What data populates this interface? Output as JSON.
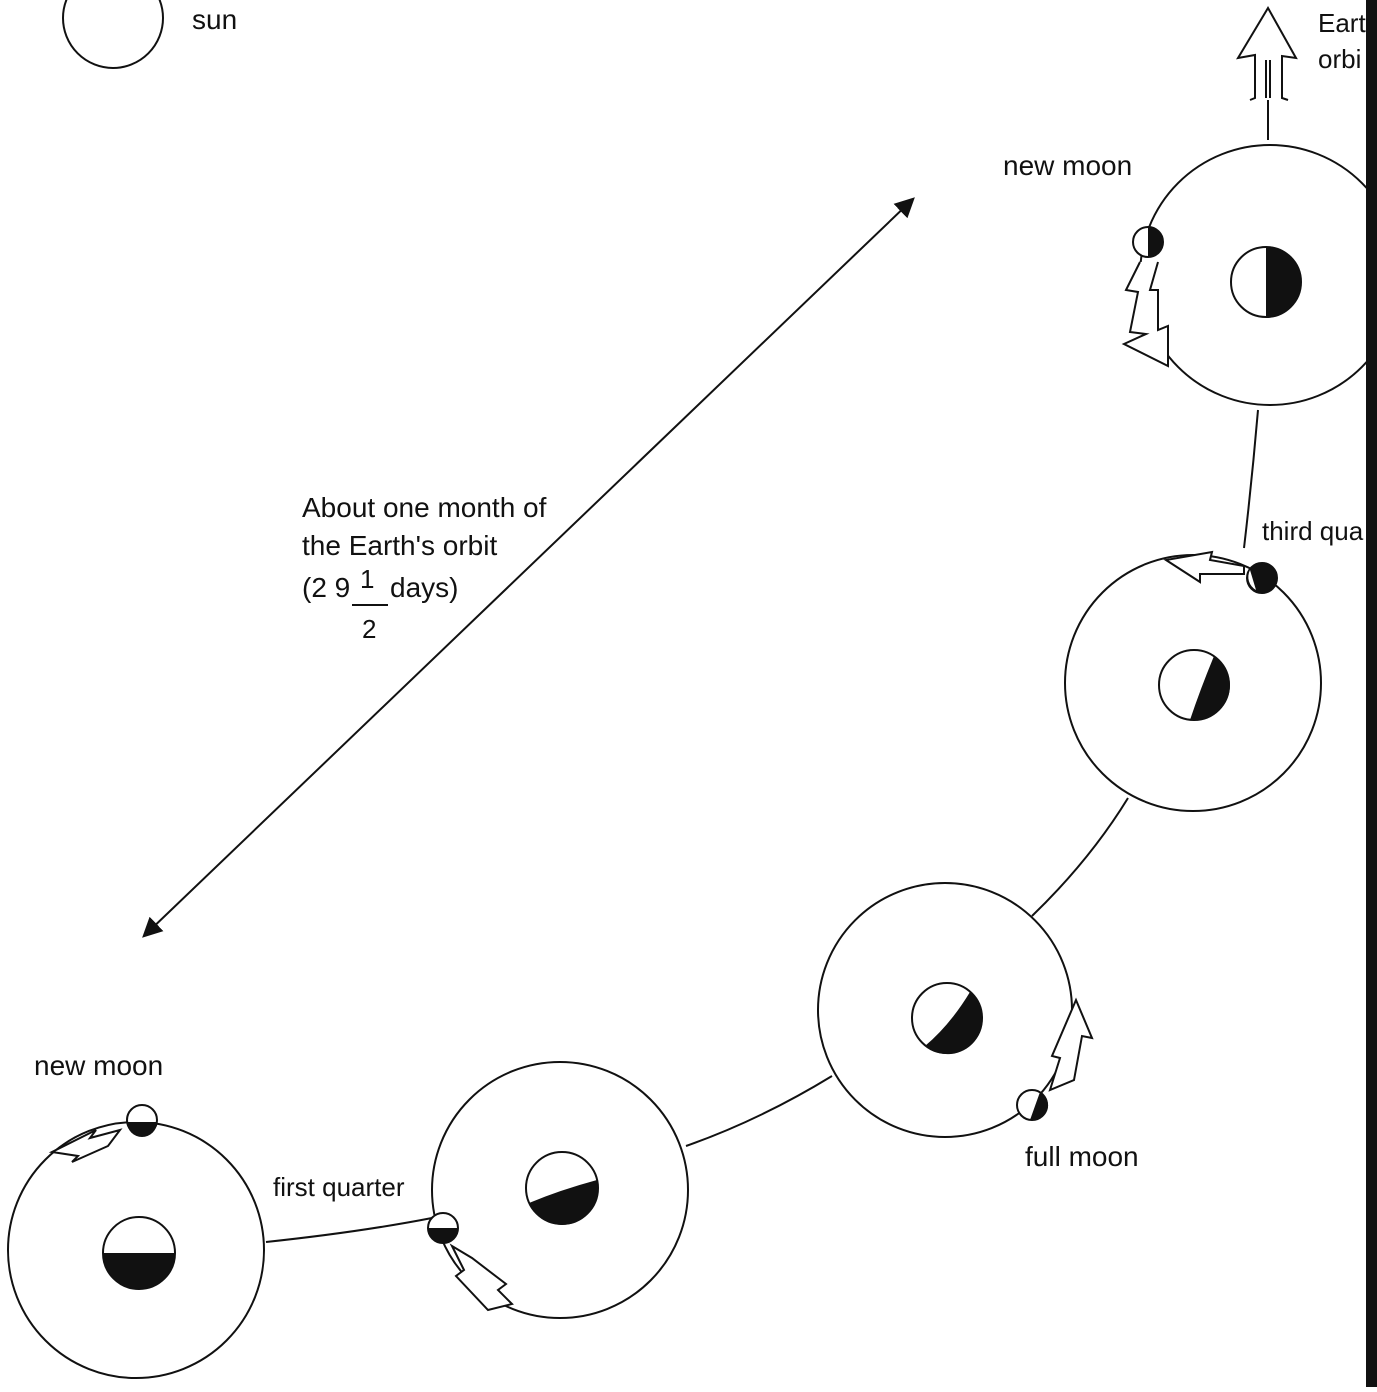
{
  "labels": {
    "sun": "sun",
    "earth_orbit_line1": "Eart",
    "earth_orbit_line2": "orbi",
    "new_moon_top": "new moon",
    "third_quarter": "third qua",
    "month_line1": "About one month of",
    "month_line2": "the Earth's orbit",
    "month_line3_start": "(2 9",
    "month_fraction_num": "1",
    "month_fraction_den": "2",
    "month_line3_end": "days)",
    "new_moon_bottom": "new moon",
    "first_quarter": "first quarter",
    "full_moon": "full moon"
  },
  "colors": {
    "ink": "#111111",
    "background": "#ffffff"
  }
}
